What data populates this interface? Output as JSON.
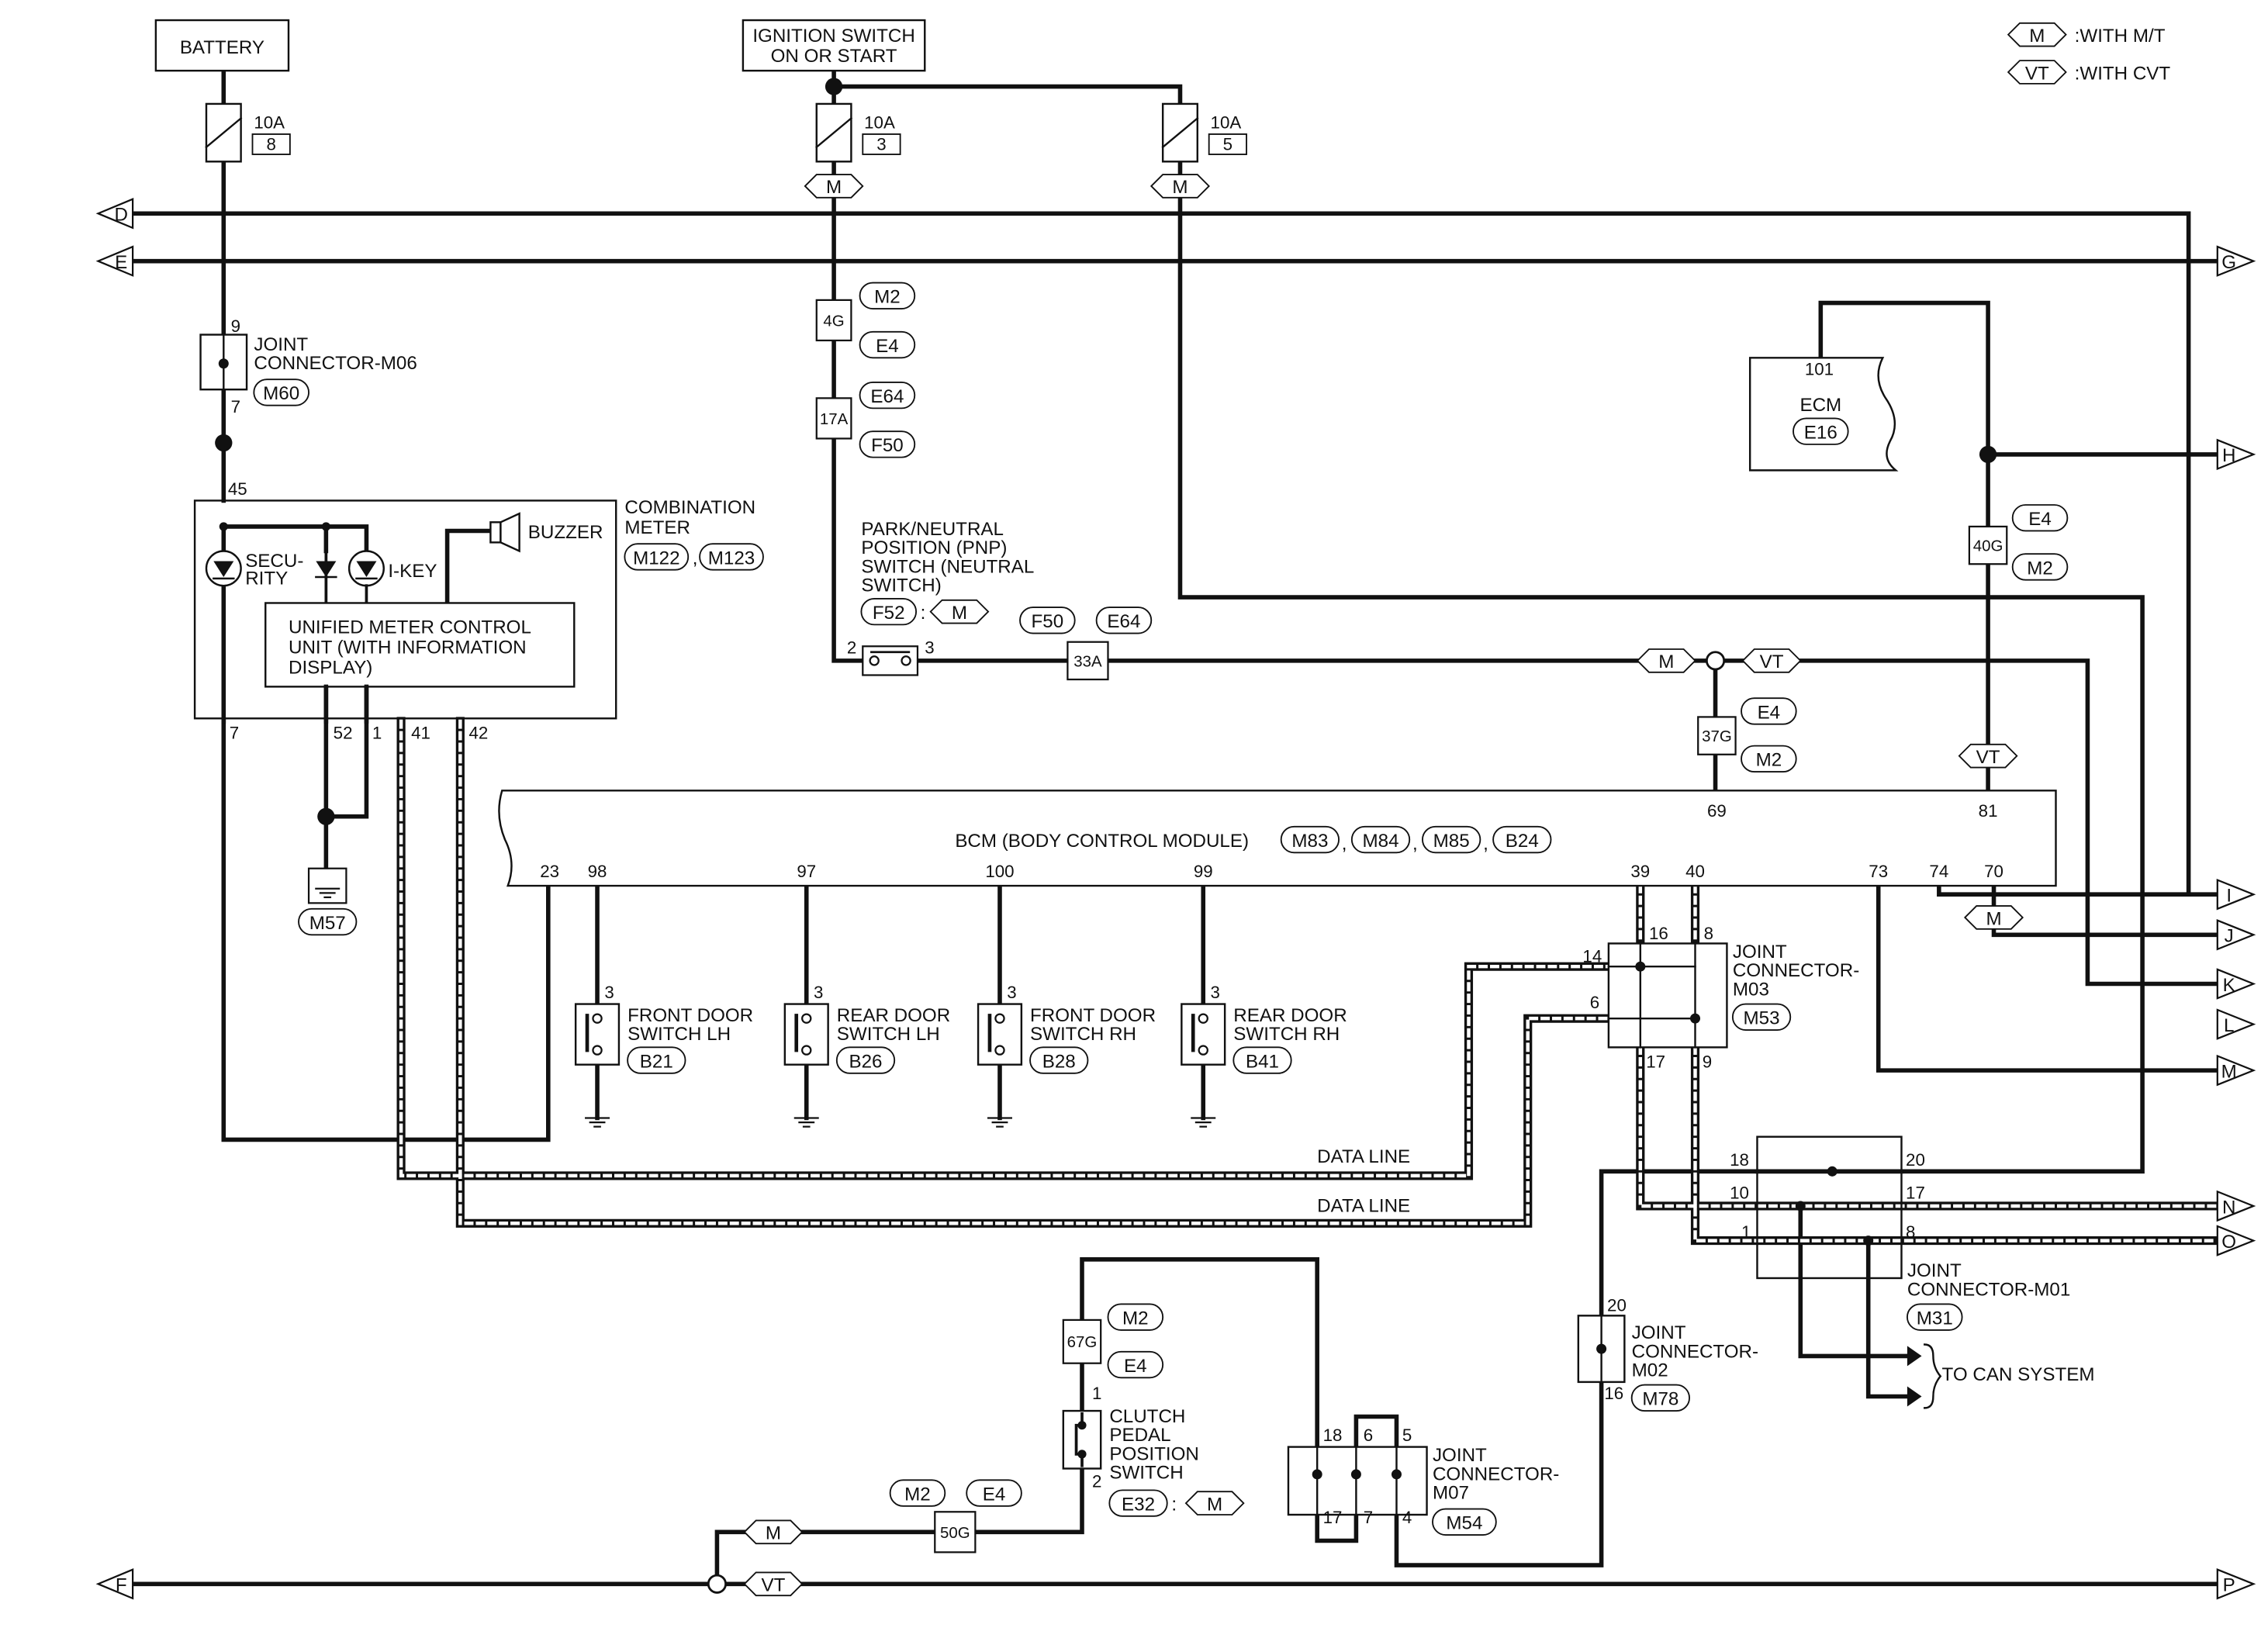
{
  "legend": [
    {
      "tag": "M",
      "text": ":WITH M/T"
    },
    {
      "tag": "VT",
      "text": ":WITH CVT"
    }
  ],
  "power": {
    "battery": "BATTERY",
    "ignition": [
      "IGNITION SWITCH",
      "ON OR START"
    ]
  },
  "fuses": [
    {
      "amp": "10A",
      "no": "8"
    },
    {
      "amp": "10A",
      "no": "3"
    },
    {
      "amp": "10A",
      "no": "5"
    }
  ],
  "variant_tags": {
    "m": "M",
    "vt": "VT"
  },
  "edge_letters": {
    "d": "D",
    "e": "E",
    "f": "F",
    "g": "G",
    "h": "H",
    "i": "I",
    "j": "J",
    "k": "K",
    "l": "L",
    "m": "M",
    "n": "N",
    "o": "O",
    "p": "P"
  },
  "harness": {
    "4g": "4G",
    "17a": "17A",
    "33a": "33A",
    "37g": "37G",
    "40g": "40G",
    "67g": "67G",
    "50g": "50G",
    "m2": "M2",
    "e4": "E4",
    "e64": "E64",
    "f50": "F50"
  },
  "components": {
    "jc_m06": {
      "lines": [
        "JOINT",
        "CONNECTOR-M06"
      ],
      "code": "M60",
      "pins": [
        "9",
        "7"
      ]
    },
    "combination_meter": {
      "lines": [
        "COMBINATION",
        "METER"
      ],
      "codes": [
        "M122",
        "M123"
      ],
      "security": [
        "SECU-",
        "RITY"
      ],
      "ikey": "I-KEY",
      "buzzer": "BUZZER",
      "unit": [
        "UNIFIED METER CONTROL",
        "UNIT (WITH INFORMATION",
        "DISPLAY)"
      ],
      "pins": [
        "45",
        "7",
        "52",
        "1",
        "41",
        "42"
      ]
    },
    "ground_m57": "M57",
    "ecm": {
      "label": "ECM",
      "code": "E16",
      "pin": "101"
    },
    "pnp": {
      "lines": [
        "PARK/NEUTRAL",
        "POSITION (PNP)",
        "SWITCH (NEUTRAL",
        "SWITCH)"
      ],
      "code": "F52",
      "pins": [
        "2",
        "3"
      ]
    },
    "bcm": {
      "label": "BCM (BODY CONTROL MODULE)",
      "codes": [
        "M83",
        "M84",
        "M85",
        "B24"
      ],
      "pins": [
        "23",
        "98",
        "97",
        "100",
        "99",
        "39",
        "40",
        "73",
        "74",
        "70",
        "69",
        "81"
      ]
    },
    "door_switches": [
      {
        "lines": [
          "FRONT DOOR",
          "SWITCH LH"
        ],
        "code": "B21",
        "pin": "3"
      },
      {
        "lines": [
          "REAR DOOR",
          "SWITCH LH"
        ],
        "code": "B26",
        "pin": "3"
      },
      {
        "lines": [
          "FRONT DOOR",
          "SWITCH RH"
        ],
        "code": "B28",
        "pin": "3"
      },
      {
        "lines": [
          "REAR DOOR",
          "SWITCH RH"
        ],
        "code": "B41",
        "pin": "3"
      }
    ],
    "jc_m03": {
      "lines": [
        "JOINT",
        "CONNECTOR-",
        "M03"
      ],
      "code": "M53",
      "pins": [
        "16",
        "8",
        "14",
        "6",
        "17",
        "9"
      ]
    },
    "jc_m01": {
      "lines": [
        "JOINT",
        "CONNECTOR-M01"
      ],
      "code": "M31",
      "pins": [
        "18",
        "20",
        "10",
        "17",
        "1",
        "8"
      ]
    },
    "jc_m02": {
      "lines": [
        "JOINT",
        "CONNECTOR-",
        "M02"
      ],
      "code": "M78",
      "pins": [
        "20",
        "16"
      ]
    },
    "jc_m07": {
      "lines": [
        "JOINT",
        "CONNECTOR-",
        "M07"
      ],
      "code": "M54",
      "pins": [
        "18",
        "6",
        "5",
        "17",
        "7",
        "4"
      ]
    },
    "clutch": {
      "lines": [
        "CLUTCH",
        "PEDAL",
        "POSITION",
        "SWITCH"
      ],
      "code": "E32",
      "pins": [
        "1",
        "2"
      ]
    }
  },
  "data_line": "DATA LINE",
  "can_system": "TO CAN SYSTEM"
}
